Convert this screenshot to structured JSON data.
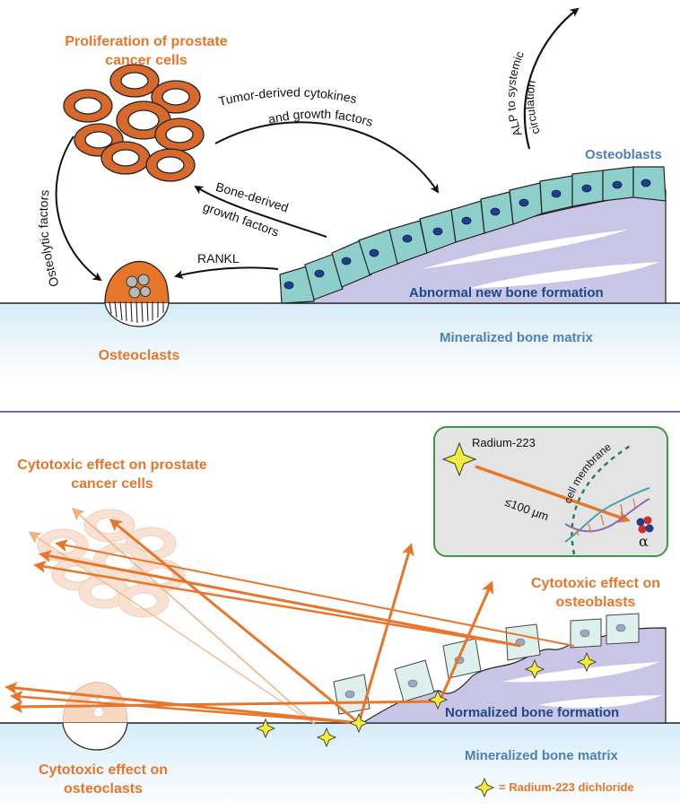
{
  "top": {
    "proliferation_label": "Proliferation of prostate cancer cells",
    "tumor_derived_label": "Tumor-derived cytokines and growth factors",
    "alp_label": "ALP to systemic circulation",
    "osteoblasts_label": "Osteoblasts",
    "bone_derived_label": "Bone-derived growth factors",
    "osteolytic_label": "Osteolytic factors",
    "rankl_label": "RANKL",
    "abnormal_bone_label": "Abnormal new bone formation",
    "mineralized_label": "Mineralized bone matrix",
    "osteoclasts_label": "Osteoclasts"
  },
  "bottom": {
    "cytotoxic_cancer_label": "Cytotoxic effect on prostate cancer cells",
    "cytotoxic_osteoblasts_label": "Cytotoxic effect on osteoblasts",
    "normalized_bone_label": "Normalized bone formation",
    "mineralized_label": "Mineralized bone matrix",
    "cytotoxic_osteoclasts_label": "Cytotoxic effect on osteoclasts",
    "legend_label": "= Radium-223 dichloride",
    "inset": {
      "radium_label": "Radium-223",
      "membrane_label": "cell membrane",
      "range_label": "≤100 μm",
      "alpha_label": "α"
    }
  },
  "colors": {
    "orange": "#E8762A",
    "teal_cell": "#8FCFCB",
    "nucleus": "#1F3E8C",
    "bone_lavender": "#C9C5E6",
    "matrix_blue": "#DCEEF8",
    "divider": "#3A3AA0",
    "star_yellow": "#F5EB3C",
    "inset_border": "#3A9A3A"
  }
}
